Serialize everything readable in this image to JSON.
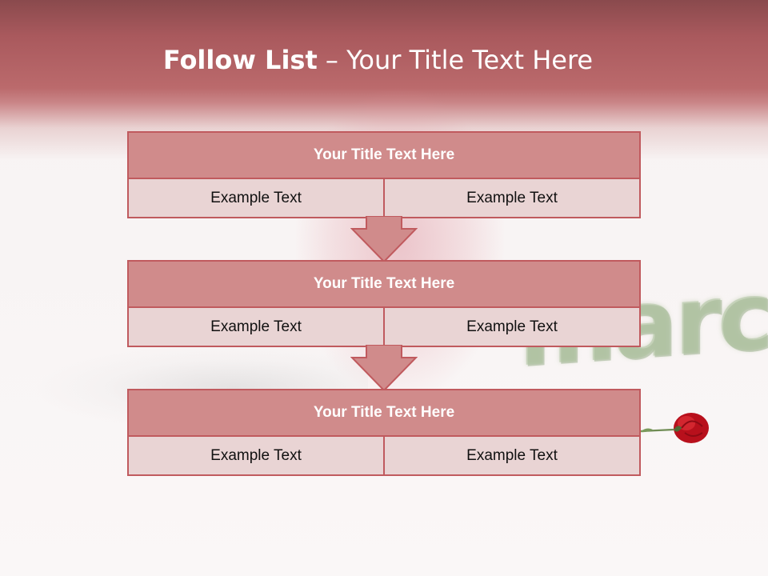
{
  "slide": {
    "title_bold": "Follow List",
    "title_rest": " – Your Title Text Here",
    "background_word": "march",
    "blocks": [
      {
        "title": "Your Title Text Here",
        "left": "Example Text",
        "right": "Example Text"
      },
      {
        "title": "Your Title Text Here",
        "left": "Example Text",
        "right": "Example Text"
      },
      {
        "title": "Your Title Text Here",
        "left": "Example Text",
        "right": "Example Text"
      }
    ]
  },
  "colors": {
    "header": "#bb6a6c",
    "block_header": "#d08b8b",
    "block_body": "#e9d4d4",
    "border": "#c05a5e",
    "arrow": "#d08b8b"
  },
  "icons": [
    "down-arrow-icon",
    "rose-icon"
  ]
}
